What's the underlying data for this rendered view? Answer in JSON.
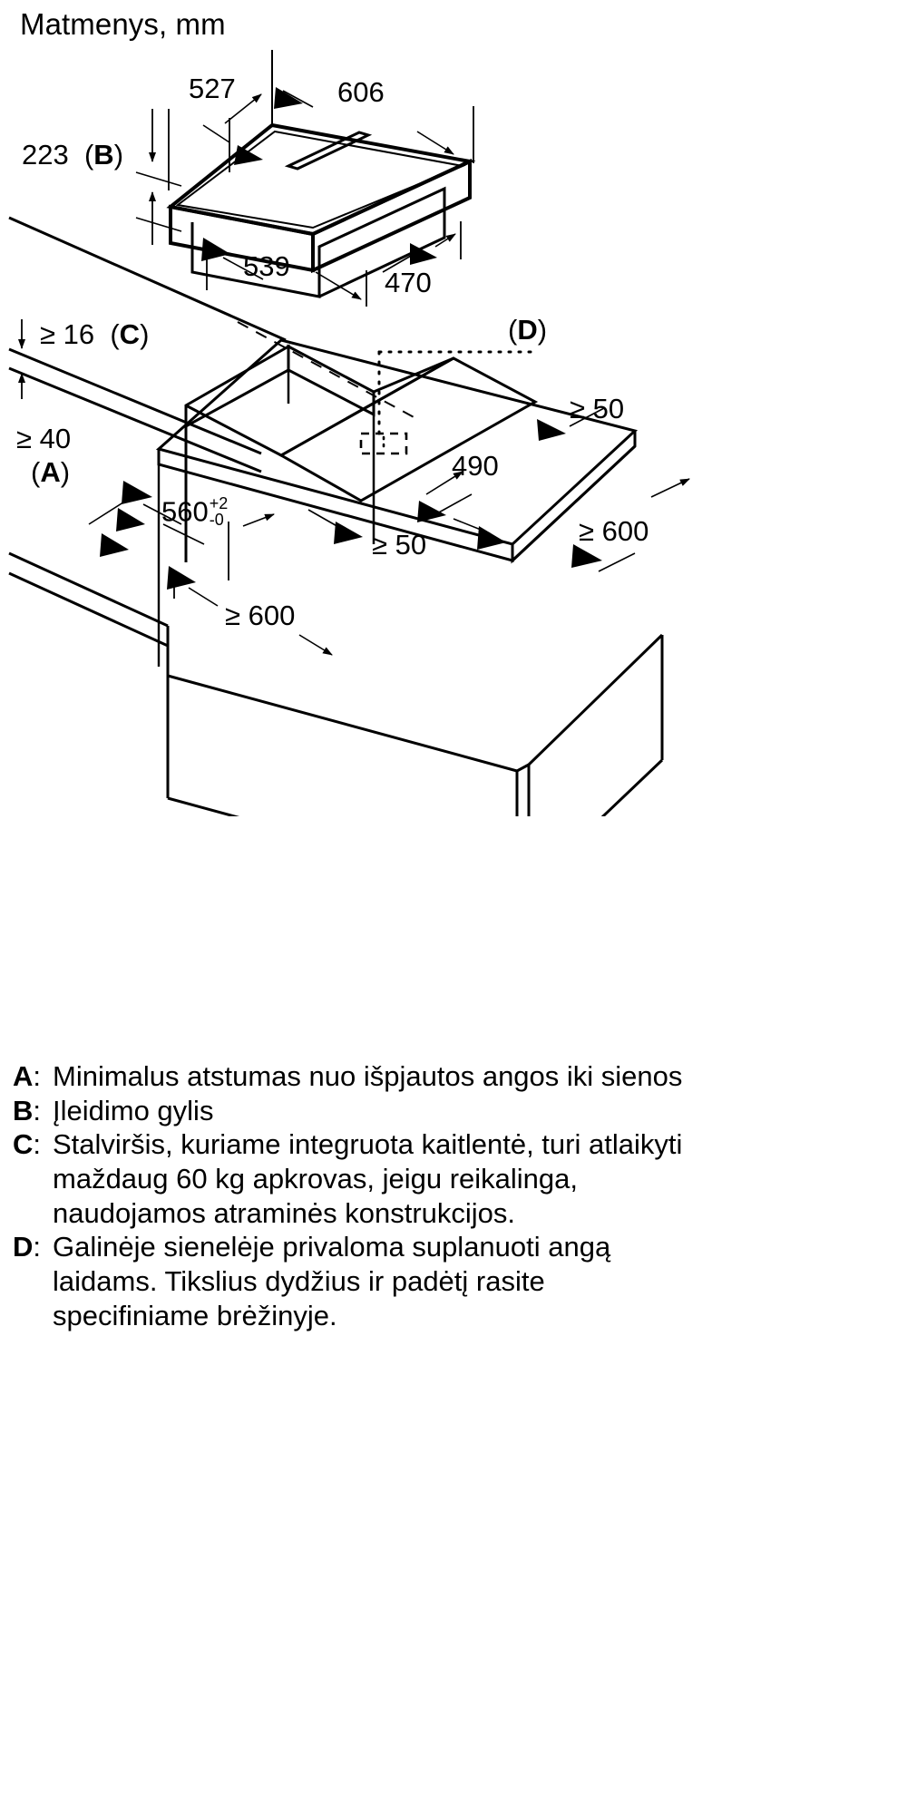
{
  "title": "Matmenys, mm",
  "dimensions": {
    "d527": "527",
    "d606": "606",
    "d223": "223 (B)",
    "d223_value": "223",
    "d223_ref": "B",
    "d539": "539",
    "d470": "470",
    "c16": "≥ 16 (C)",
    "c16_value": "≥ 16",
    "c16_ref": "C",
    "a40": "≥ 40",
    "a40_ref": "(A)",
    "d560": "560",
    "d560_tol_plus": "+2",
    "d560_tol_minus": "-0",
    "d490": "490",
    "d50_left": "≥ 50",
    "d50_right": "≥ 50",
    "d600_right": "≥ 600",
    "d600_bottom": "≥ 600",
    "ref_d": "(D)"
  },
  "legend": [
    {
      "key": "A",
      "separator": ":",
      "text": "Minimalus atstumas nuo išpjautos angos iki sienos"
    },
    {
      "key": "B",
      "separator": ":",
      "text": "Įleidimo gylis"
    },
    {
      "key": "C",
      "separator": ":",
      "text": "Stalviršis, kuriame integruota kaitlentė, turi atlaikyti maždaug 60 kg apkrovas, jeigu reikalinga, naudojamos atraminės konstrukcijos."
    },
    {
      "key": "D",
      "separator": ":",
      "text": "Galinėje sienelėje privaloma suplanuoti angą laidams. Tikslius dydžius ir padėtį rasite specifiniame brėžinyje."
    }
  ],
  "colors": {
    "line": "#000000",
    "background": "#ffffff"
  }
}
